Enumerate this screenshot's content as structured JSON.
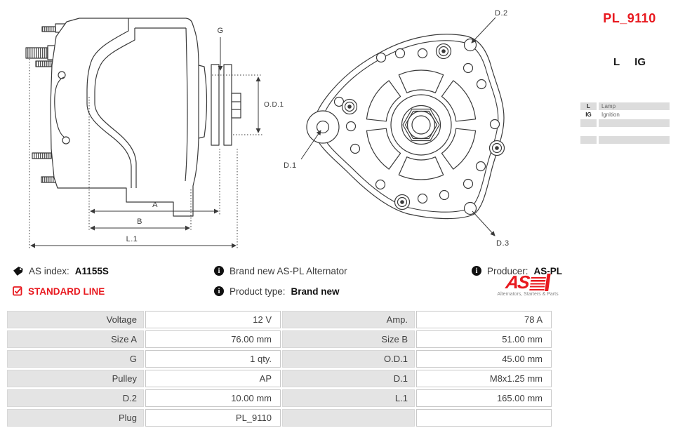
{
  "header": {
    "part_number": "PL_9110",
    "terminals": [
      "L",
      "IG"
    ],
    "terminal_legend": [
      {
        "code": "L",
        "label": "Lamp"
      },
      {
        "code": "IG",
        "label": "Ignition"
      },
      {
        "code": "",
        "label": ""
      },
      {
        "code": "",
        "label": ""
      },
      {
        "code": "",
        "label": ""
      }
    ]
  },
  "drawings": {
    "side_view_labels": {
      "g": "G",
      "od1": "O.D.1",
      "a": "A",
      "b": "B",
      "l1": "L.1"
    },
    "front_view_labels": {
      "d1": "D.1",
      "d2": "D.2",
      "d3": "D.3"
    }
  },
  "info": {
    "as_index_label": "AS index:",
    "as_index_value": "A1155S",
    "line_badge": "STANDARD LINE",
    "description": "Brand new AS-PL Alternator",
    "product_type_label": "Product type:",
    "product_type_value": "Brand new",
    "producer_label": "Producer:",
    "producer_value": "AS-PL",
    "logo_text": "AS",
    "logo_caption": "Alternators, Starters & Parts"
  },
  "spec_table": {
    "rows": [
      {
        "label1": "Voltage",
        "value1": "12 V",
        "label2": "Amp.",
        "value2": "78 A"
      },
      {
        "label1": "Size A",
        "value1": "76.00 mm",
        "label2": "Size B",
        "value2": "51.00 mm"
      },
      {
        "label1": "G",
        "value1": "1 qty.",
        "label2": "O.D.1",
        "value2": "45.00 mm"
      },
      {
        "label1": "Pulley",
        "value1": "AP",
        "label2": "D.1",
        "value2": "M8x1.25 mm"
      },
      {
        "label1": "D.2",
        "value1": "10.00 mm",
        "label2": "L.1",
        "value2": "165.00 mm"
      },
      {
        "label1": "Plug",
        "value1": "PL_9110",
        "label2": "",
        "value2": ""
      }
    ]
  },
  "colors": {
    "accent_red": "#e8191f",
    "table_label_bg": "#e4e4e4",
    "line_color": "#3a3a3a"
  }
}
